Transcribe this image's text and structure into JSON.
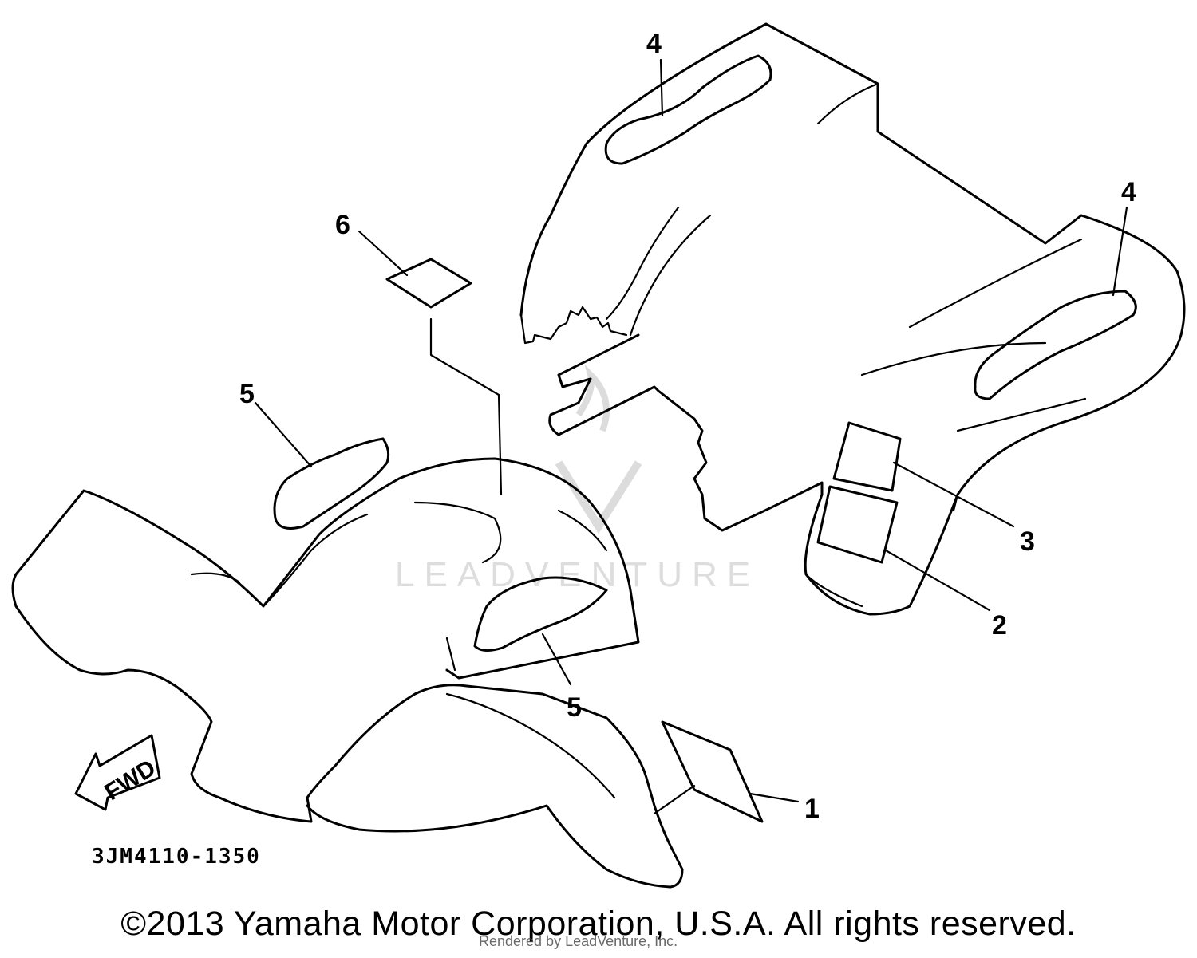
{
  "diagram": {
    "code": "3JM4110-1350",
    "fwd_label": "FWD",
    "callouts": [
      {
        "id": "c1",
        "label": "1"
      },
      {
        "id": "c2",
        "label": "2"
      },
      {
        "id": "c3",
        "label": "3"
      },
      {
        "id": "c4a",
        "label": "4"
      },
      {
        "id": "c4b",
        "label": "4"
      },
      {
        "id": "c5a",
        "label": "5"
      },
      {
        "id": "c5b",
        "label": "5"
      },
      {
        "id": "c6",
        "label": "6"
      }
    ]
  },
  "watermark": "LEADVENTURE",
  "copyright": "©2013 Yamaha Motor Corporation, U.S.A. All rights reserved.",
  "rendered_by": "Rendered by LeadVenture, Inc."
}
